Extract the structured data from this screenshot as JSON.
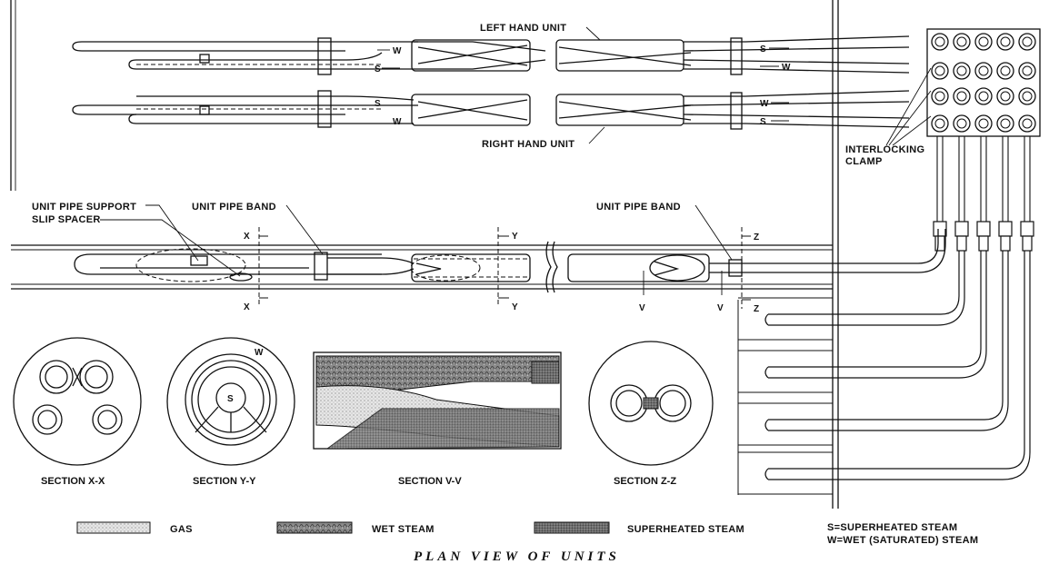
{
  "labels": {
    "left_hand_unit": "LEFT HAND UNIT",
    "right_hand_unit": "RIGHT HAND UNIT",
    "interlocking_clamp_1": "INTERLOCKING",
    "interlocking_clamp_2": "CLAMP",
    "unit_pipe_support": "UNIT PIPE SUPPORT",
    "slip_spacer": "SLIP SPACER",
    "unit_pipe_band_1": "UNIT PIPE BAND",
    "unit_pipe_band_2": "UNIT PIPE BAND",
    "s": "S",
    "w": "W",
    "x": "X",
    "y": "Y",
    "z": "Z",
    "v": "V"
  },
  "sections": {
    "xx": "SECTION X-X",
    "yy": "SECTION Y-Y",
    "vv": "SECTION V-V",
    "zz": "SECTION Z-Z"
  },
  "legend": {
    "gas": "GAS",
    "wet_steam": "WET STEAM",
    "superheated_steam": "SUPERHEATED STEAM",
    "key_s": "S=SUPERHEATED STEAM",
    "key_w": "W=WET (SATURATED) STEAM"
  },
  "title": "PLAN VIEW OF UNITS"
}
